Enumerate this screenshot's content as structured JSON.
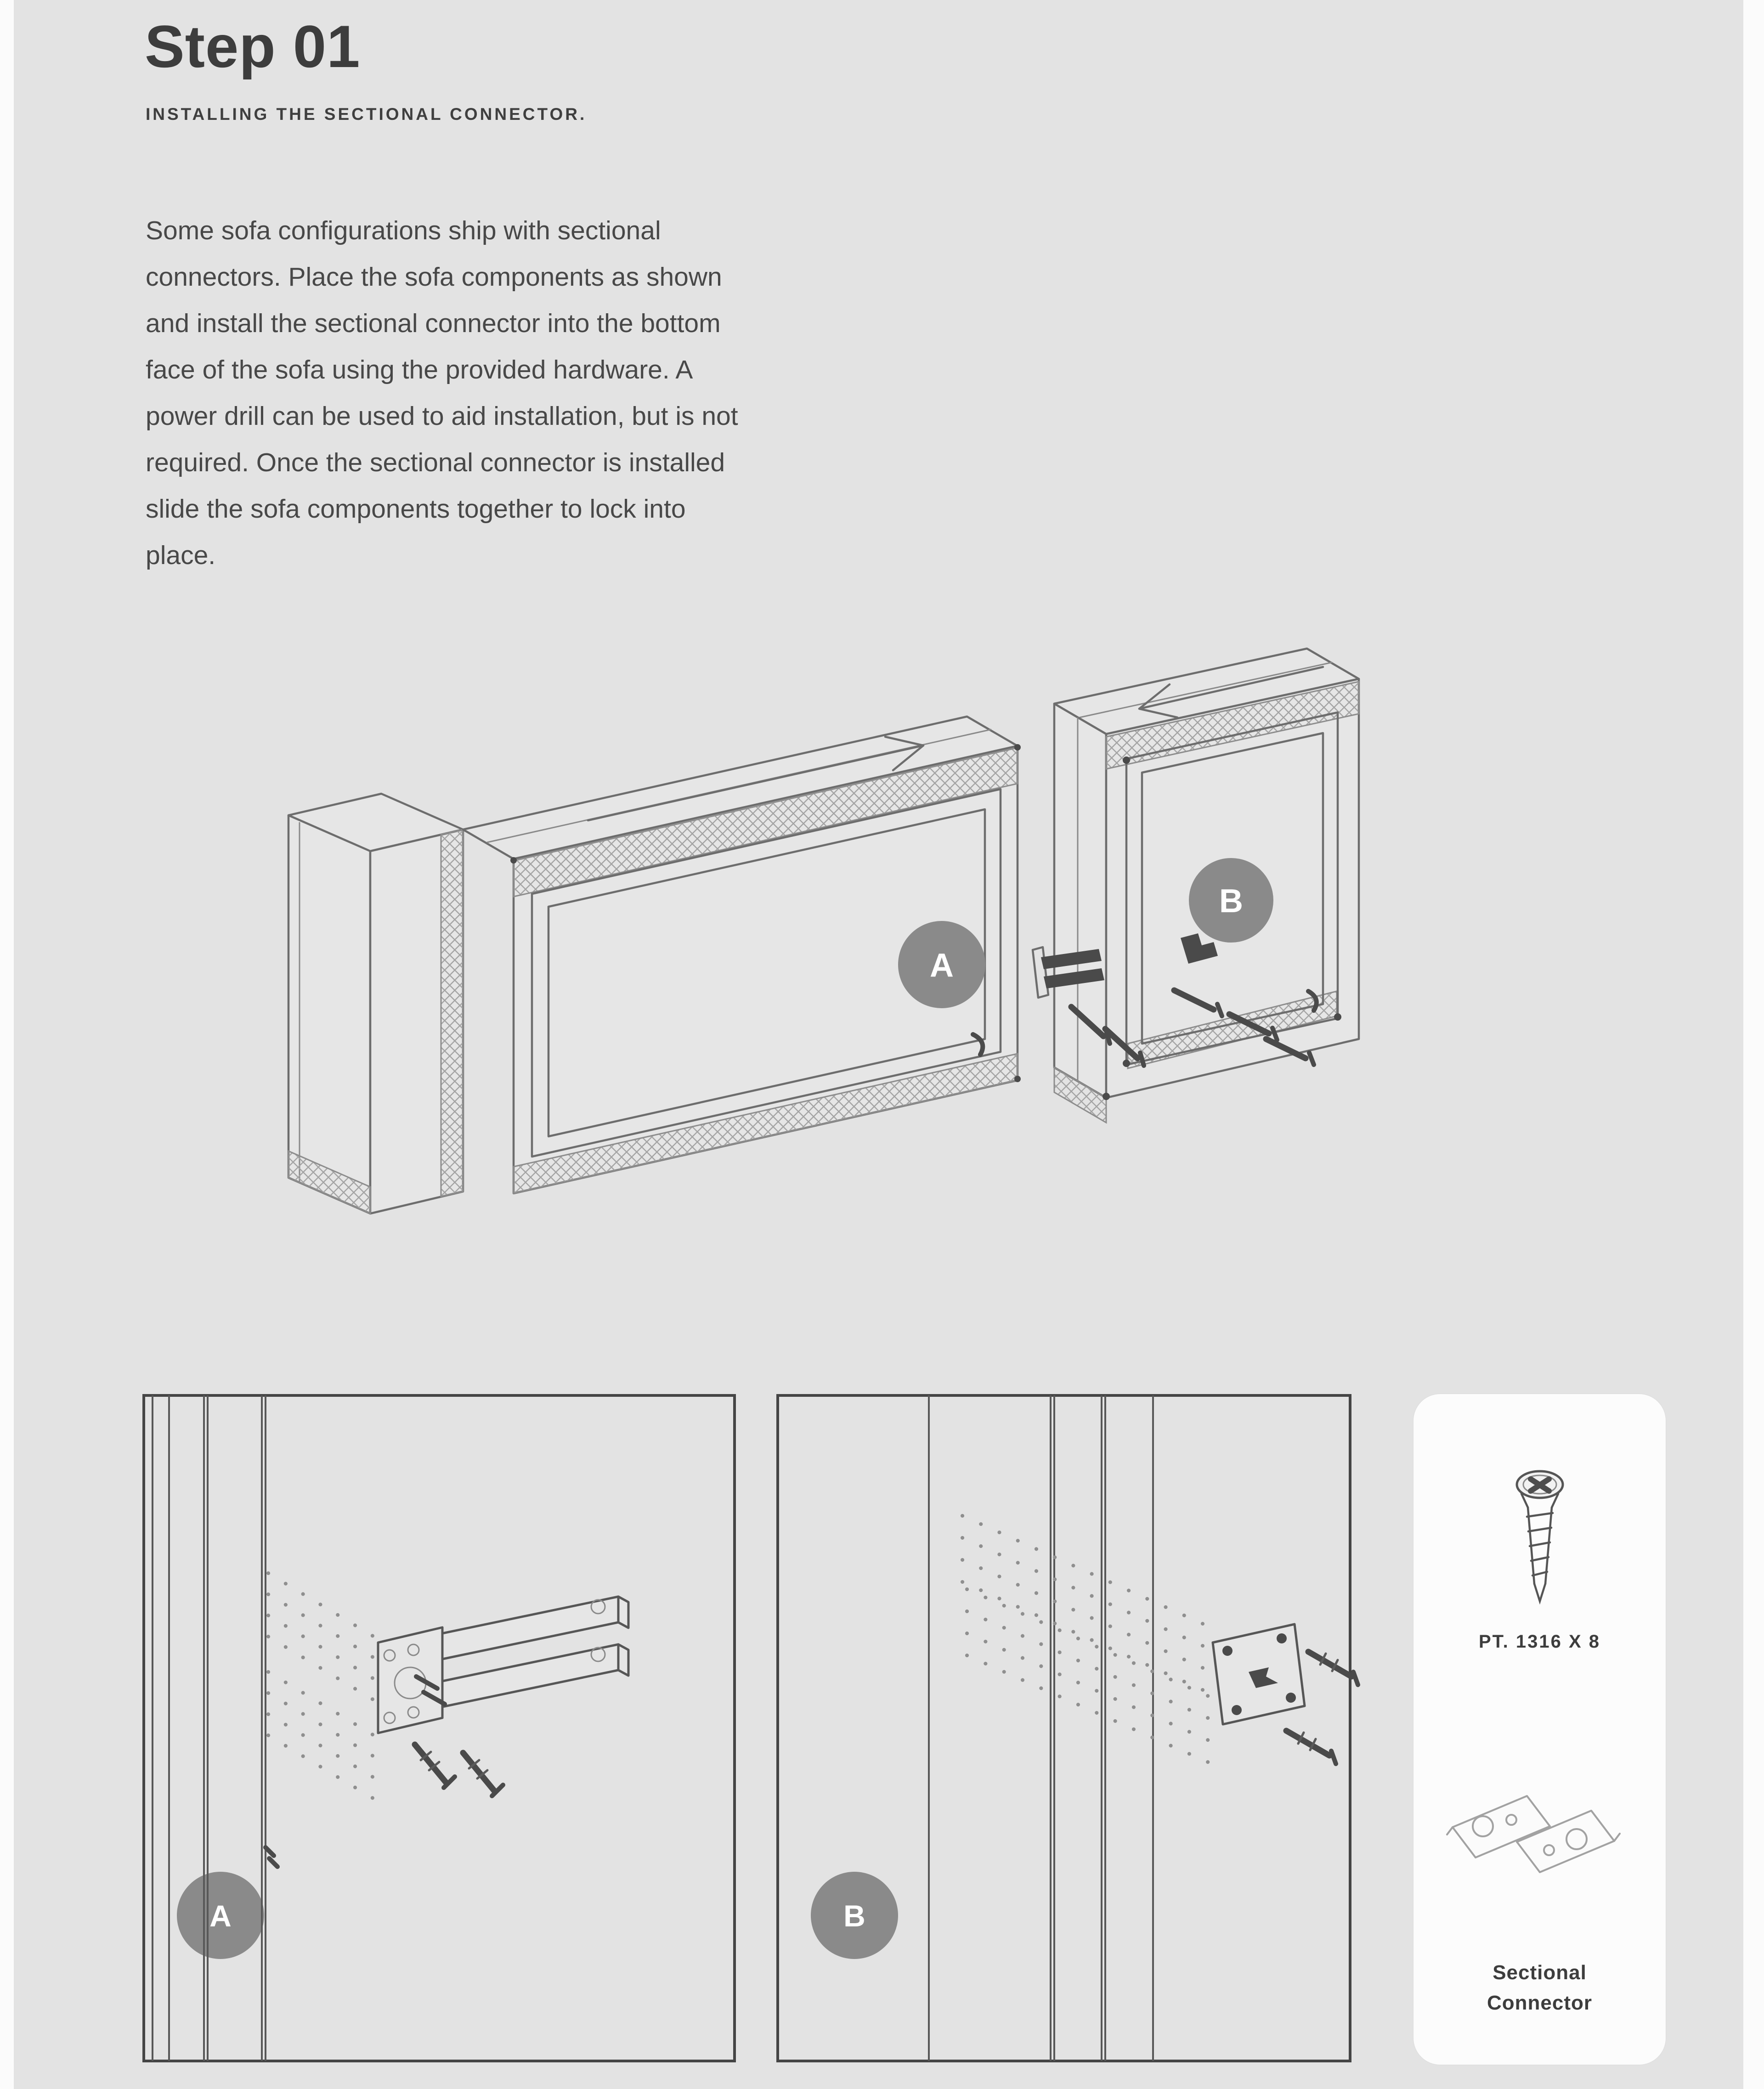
{
  "page": {
    "title": "Step 01",
    "subtitle": "INSTALLING THE SECTIONAL CONNECTOR.",
    "body": "Some sofa configurations ship with sectional\nconnectors. Place the sofa components as shown\nand install the sectional connector into the bottom\nface of the sofa using the provided hardware. A\npower drill can be used to aid installation, but is not\nrequired. Once the sectional connector is installed\nslide the sofa components together to lock into\nplace."
  },
  "diagram": {
    "label_a": "A",
    "label_b": "B"
  },
  "detail_panels": {
    "panel_a_label": "A",
    "panel_b_label": "B"
  },
  "parts_card": {
    "part_number": "PT. 1316 X 8",
    "part_name": "Sectional\nConnector"
  },
  "colors": {
    "background": "#e3e3e3",
    "page_edge": "#fbfbfb",
    "card_background": "#fcfcfc",
    "line_art": "#6d6d6d",
    "dark_detail": "#4a4a4a",
    "badge": "#8a8a8a",
    "text": "#3d3d3d"
  }
}
